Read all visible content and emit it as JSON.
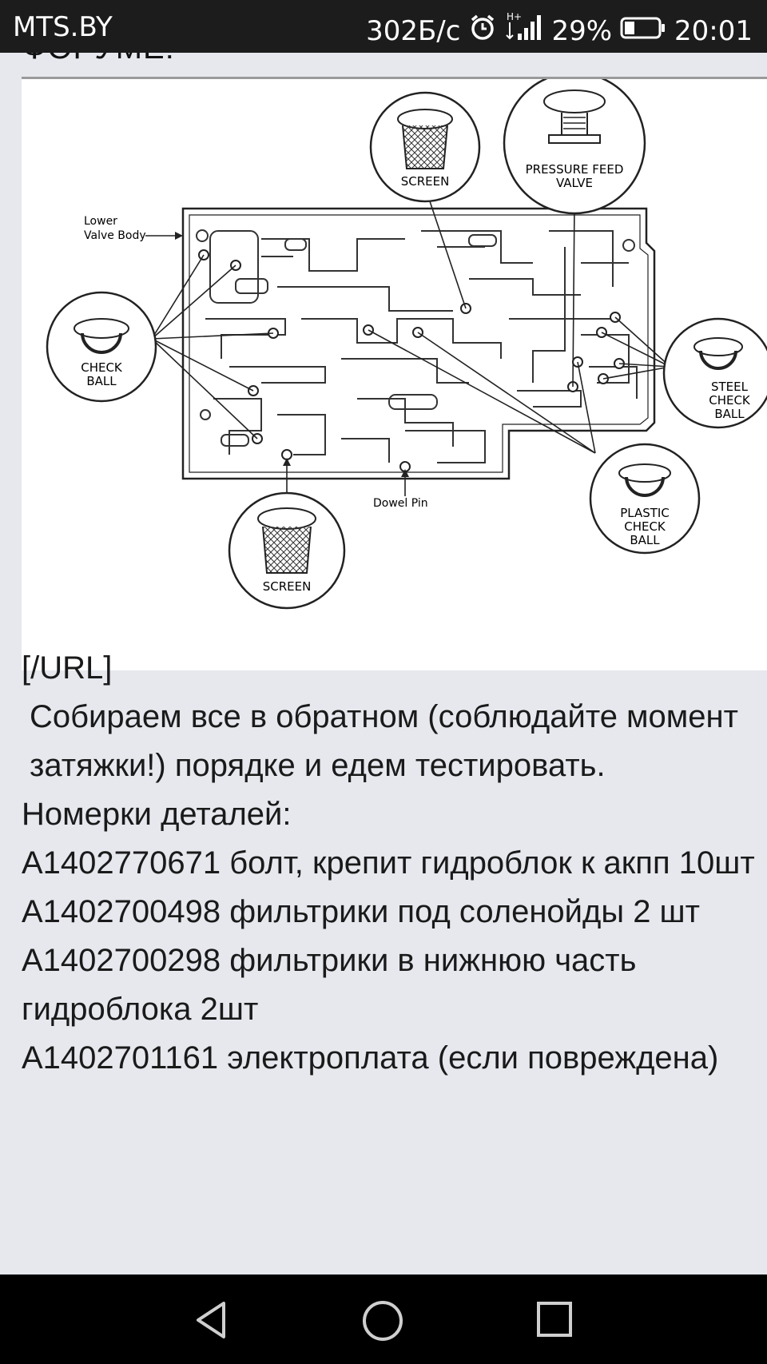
{
  "status_bar": {
    "carrier": "MTS.BY",
    "speed": "302Б/с",
    "network": "H+",
    "battery": "29%",
    "time": "20:01",
    "icons": [
      "alarm-icon",
      "signal-icon",
      "battery-icon"
    ]
  },
  "post": {
    "cut_heading": "ФОРУМЕ!",
    "diagram": {
      "labels": {
        "screen_top": "SCREEN",
        "pressure_feed_1": "PRESSURE FEED",
        "pressure_feed_2": "VALVE",
        "lower_1": "Lower",
        "lower_2": "Valve Body",
        "check_1": "CHECK",
        "check_2": "BALL",
        "steel_1": "STEEL",
        "steel_2": "CHECK",
        "steel_3": "BALL",
        "plastic_1": "PLASTIC",
        "plastic_2": "CHECK",
        "plastic_3": "BALL",
        "dowel": "Dowel Pin",
        "screen_bottom": "SCREEN"
      }
    },
    "url_tag": "[/URL]",
    "paragraphs": [
      " Собираем все в обратном (соблюдайте момент затяжки!) порядке и едем тестировать.",
      "Номерки деталей:",
      "A1402770671 болт, крепит гидроблок к акпп 10шт",
      "A1402700498 фильтрики под соленойды 2 шт",
      "A1402700298 фильтрики в нижнюю часть гидроблока 2шт",
      "A1402701161 электроплата (если повреждена)"
    ]
  },
  "nav_bar": {
    "buttons": [
      "back-icon",
      "home-icon",
      "recents-icon"
    ]
  }
}
